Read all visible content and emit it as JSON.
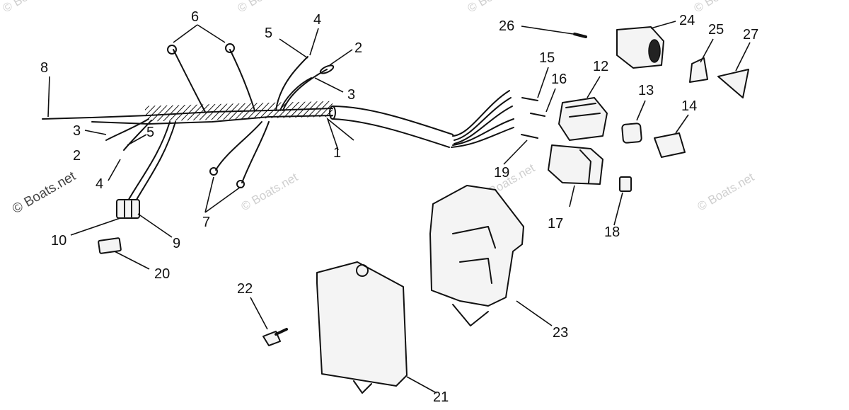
{
  "watermark": {
    "left_text": "© Boats.net",
    "repeat_text": "© Boats.net"
  },
  "callouts": {
    "c1": "1",
    "c2a": "2",
    "c2b": "2",
    "c3a": "3",
    "c3b": "3",
    "c4a": "4",
    "c4b": "4",
    "c5a": "5",
    "c5b": "5",
    "c6": "6",
    "c7": "7",
    "c8": "8",
    "c9": "9",
    "c10": "10",
    "c12": "12",
    "c13": "13",
    "c14": "14",
    "c15": "15",
    "c16": "16",
    "c17": "17",
    "c18": "18",
    "c19": "19",
    "c20": "20",
    "c21": "21",
    "c22": "22",
    "c23": "23",
    "c24": "24",
    "c25": "25",
    "c26": "26",
    "c27": "27"
  }
}
